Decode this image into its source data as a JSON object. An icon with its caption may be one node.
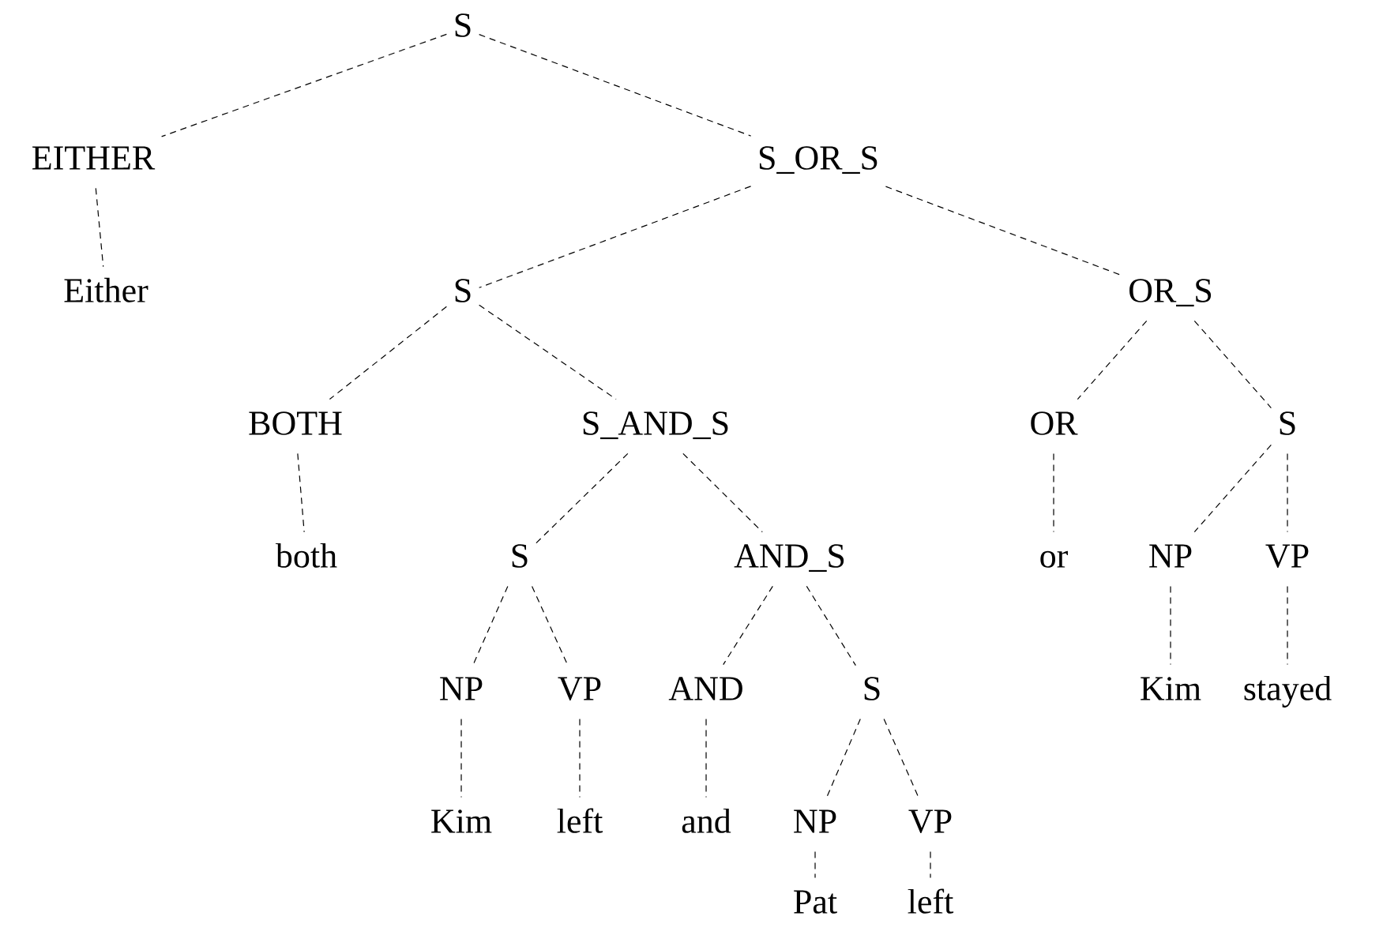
{
  "diagram": {
    "nodes": [
      {
        "text": [
          "S"
        ]
      },
      {
        "text": [
          "EITHER"
        ]
      },
      {
        "text": [
          "S_OR_S"
        ]
      },
      {
        "text": [
          "Either"
        ]
      },
      {
        "text": [
          "S"
        ]
      },
      {
        "text": [
          "OR_S"
        ]
      },
      {
        "text": [
          "BOTH"
        ]
      },
      {
        "text": [
          "S_AND_S"
        ]
      },
      {
        "text": [
          "OR"
        ]
      },
      {
        "text": [
          "S"
        ]
      },
      {
        "text": [
          "both"
        ]
      },
      {
        "text": [
          "S"
        ]
      },
      {
        "text": [
          "AND_S"
        ]
      },
      {
        "text": [
          "or"
        ]
      },
      {
        "text": [
          "NP"
        ]
      },
      {
        "text": [
          "VP"
        ]
      },
      {
        "text": [
          "NP"
        ]
      },
      {
        "text": [
          "VP"
        ]
      },
      {
        "text": [
          "AND"
        ]
      },
      {
        "text": [
          "S"
        ]
      },
      {
        "text": [
          "Kim"
        ]
      },
      {
        "text": [
          "stayed"
        ]
      },
      {
        "text": [
          "Kim"
        ]
      },
      {
        "text": [
          "left"
        ]
      },
      {
        "text": [
          "and"
        ]
      },
      {
        "text": [
          "NP"
        ]
      },
      {
        "text": [
          "VP"
        ]
      },
      {
        "text": [
          "Pat"
        ]
      },
      {
        "text": [
          "left"
        ]
      }
    ],
    "edges": [
      {
        "from": 0,
        "to": 1,
        "arrow": "none",
        "style": "dashed"
      },
      {
        "from": 0,
        "to": 2,
        "arrow": "none",
        "style": "dashed"
      },
      {
        "from": 1,
        "to": 3,
        "arrow": "none",
        "style": "dashed"
      },
      {
        "from": 2,
        "to": 4,
        "arrow": "none",
        "style": "dashed"
      },
      {
        "from": 2,
        "to": 5,
        "arrow": "none",
        "style": "dashed"
      },
      {
        "from": 4,
        "to": 6,
        "arrow": "none",
        "style": "dashed"
      },
      {
        "from": 4,
        "to": 7,
        "arrow": "none",
        "style": "dashed"
      },
      {
        "from": 5,
        "to": 8,
        "arrow": "none",
        "style": "dashed"
      },
      {
        "from": 5,
        "to": 9,
        "arrow": "none",
        "style": "dashed"
      },
      {
        "from": 6,
        "to": 10,
        "arrow": "none",
        "style": "dashed"
      },
      {
        "from": 7,
        "to": 11,
        "arrow": "none",
        "style": "dashed"
      },
      {
        "from": 7,
        "to": 12,
        "arrow": "none",
        "style": "dashed"
      },
      {
        "from": 8,
        "to": 13,
        "arrow": "none",
        "style": "dashed"
      },
      {
        "from": 9,
        "to": 14,
        "arrow": "none",
        "style": "dashed"
      },
      {
        "from": 9,
        "to": 15,
        "arrow": "none",
        "style": "dashed"
      },
      {
        "from": 11,
        "to": 16,
        "arrow": "none",
        "style": "dashed"
      },
      {
        "from": 11,
        "to": 17,
        "arrow": "none",
        "style": "dashed"
      },
      {
        "from": 12,
        "to": 18,
        "arrow": "none",
        "style": "dashed"
      },
      {
        "from": 12,
        "to": 19,
        "arrow": "none",
        "style": "dashed"
      },
      {
        "from": 14,
        "to": 20,
        "arrow": "none",
        "style": "dashed"
      },
      {
        "from": 15,
        "to": 21,
        "arrow": "none",
        "style": "dashed"
      },
      {
        "from": 16,
        "to": 22,
        "arrow": "none",
        "style": "dashed"
      },
      {
        "from": 17,
        "to": 23,
        "arrow": "none",
        "style": "dashed"
      },
      {
        "from": 18,
        "to": 24,
        "arrow": "none",
        "style": "dashed"
      },
      {
        "from": 19,
        "to": 25,
        "arrow": "none",
        "style": "dashed"
      },
      {
        "from": 19,
        "to": 26,
        "arrow": "none",
        "style": "dashed"
      },
      {
        "from": 25,
        "to": 27,
        "arrow": "none",
        "style": "dashed"
      },
      {
        "from": 26,
        "to": 28,
        "arrow": "none",
        "style": "dashed"
      }
    ]
  }
}
